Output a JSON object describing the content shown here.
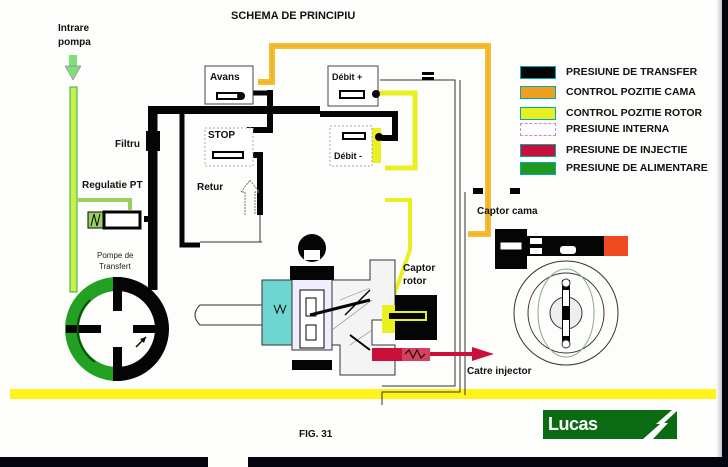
{
  "title": "SCHEMA DE PRINCIPIU",
  "figure_caption": "FIG. 31",
  "brand_logo": "Lucas",
  "labels": {
    "intake": "Intrare",
    "intake2": "pompa",
    "advance": "Avans",
    "stop": "STOP",
    "filter": "Filtru",
    "pt_regulation": "Regulatie PT",
    "return": "Retur",
    "transfer_pump": "Pompe de",
    "transfer_pump2": "Transfert",
    "flow_plus": "Débit +",
    "flow_minus": "Débit -",
    "rotor_sensor": "Captor",
    "rotor_sensor2": "rotor",
    "cam_sensor": "Captor cama",
    "to_injector": "Catre injector"
  },
  "legend": [
    {
      "label": "PRESIUNE DE TRANSFER",
      "color": "#050505"
    },
    {
      "label": "CONTROL POZITIE CAMA",
      "color": "#f0a020"
    },
    {
      "label": "CONTROL POZITIE ROTOR",
      "color": "#e6f020"
    },
    {
      "label": "PRESIUNE INTERNA",
      "color": "#fdfdfd"
    },
    {
      "label": "PRESIUNE DE INJECTIE",
      "color": "#c8103a"
    },
    {
      "label": "PRESIUNE DE ALIMENTARE",
      "color": "#1f9a1f"
    }
  ],
  "colors": {
    "transfer": "#050505",
    "cam": "#f0b030",
    "rotor": "#e8f020",
    "injection": "#c8103a",
    "supply": "#22a022",
    "cyan": "#6ed6d0",
    "highlight": "#fff200",
    "logo_bg": "#0b6b12"
  }
}
